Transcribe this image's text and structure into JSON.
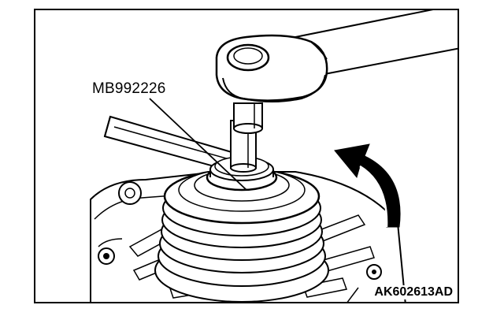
{
  "figure": {
    "tool_label": "MB992226",
    "figure_code": "AK602613AD"
  },
  "icons": {
    "rotation_arrow": "curved-arrow-counterclockwise",
    "wrench": "ratchet-wrench",
    "component": "alternator-pulley"
  }
}
